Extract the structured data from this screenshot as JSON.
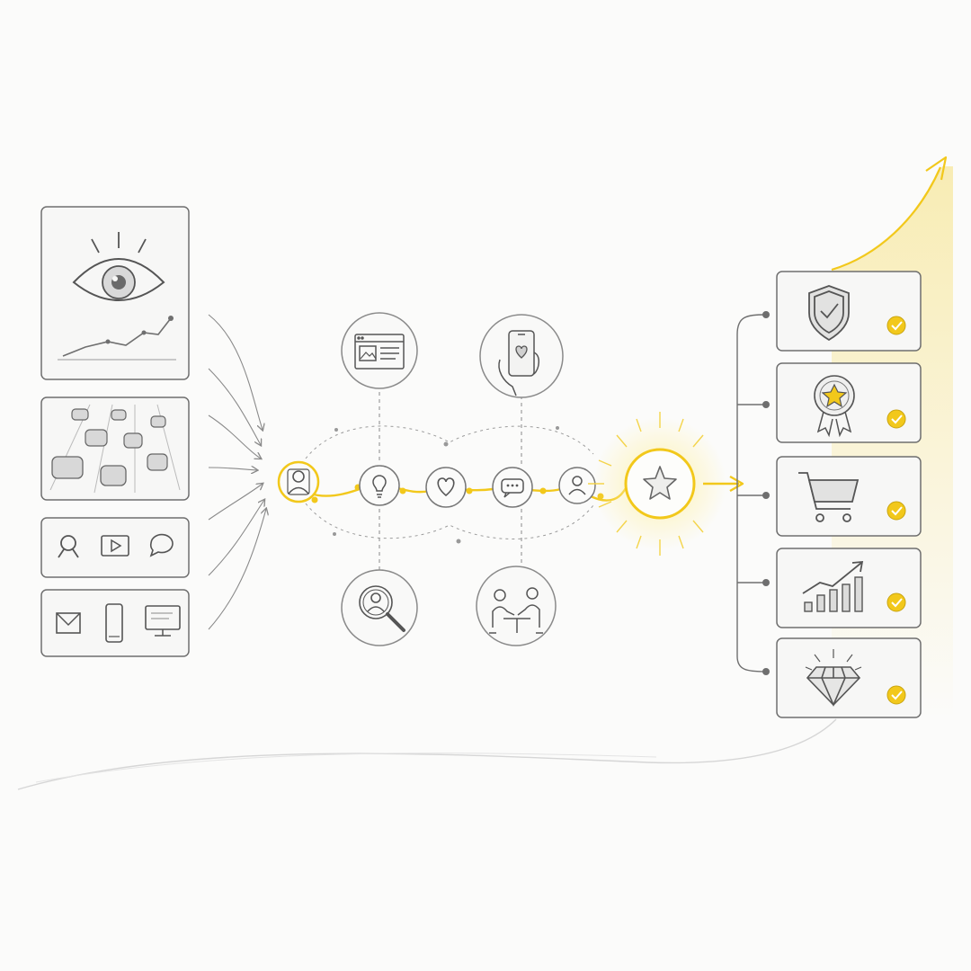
{
  "colors": {
    "background": "#fbfbfa",
    "pencil": "#6f6f6f",
    "pencil_light": "#b5b5b5",
    "card_fill": "#f7f7f6",
    "accent_yellow": "#f2c81b",
    "accent_glow": "#fff3b8"
  },
  "input_panels": [
    {
      "id": "awareness",
      "icons": [
        "eye-icon",
        "trend-line-icon"
      ]
    },
    {
      "id": "traffic",
      "icons": [
        "cars-highway-icon"
      ]
    },
    {
      "id": "channels",
      "icons": [
        "search-icon",
        "video-play-icon",
        "chat-bubble-icon"
      ]
    },
    {
      "id": "devices",
      "icons": [
        "envelope-icon",
        "smartphone-icon",
        "desktop-monitor-icon"
      ]
    }
  ],
  "journey_nodes": [
    {
      "id": "user-start",
      "icon": "user-icon",
      "highlighted": true
    },
    {
      "id": "idea",
      "icon": "lightbulb-icon",
      "highlighted": false
    },
    {
      "id": "love",
      "icon": "heart-icon",
      "highlighted": false
    },
    {
      "id": "message",
      "icon": "speech-bubble-icon",
      "highlighted": false
    },
    {
      "id": "user-end",
      "icon": "user-icon",
      "highlighted": false
    },
    {
      "id": "star-goal",
      "icon": "star-icon",
      "highlighted": true
    }
  ],
  "touchpoints": [
    {
      "id": "webpage",
      "icon": "webpage-icon",
      "position": "above"
    },
    {
      "id": "mobile-app",
      "icon": "hand-phone-heart-icon",
      "position": "above"
    },
    {
      "id": "discovery",
      "icon": "magnifier-user-icon",
      "position": "below"
    },
    {
      "id": "meeting",
      "icon": "two-people-meeting-icon",
      "position": "below"
    }
  ],
  "outcomes": [
    {
      "id": "trust",
      "icon": "shield-check-icon",
      "checked": true
    },
    {
      "id": "quality",
      "icon": "award-star-icon",
      "checked": true
    },
    {
      "id": "purchase",
      "icon": "shopping-cart-icon",
      "checked": true
    },
    {
      "id": "growth",
      "icon": "bar-chart-up-icon",
      "checked": true
    },
    {
      "id": "premium",
      "icon": "diamond-icon",
      "checked": true
    }
  ]
}
